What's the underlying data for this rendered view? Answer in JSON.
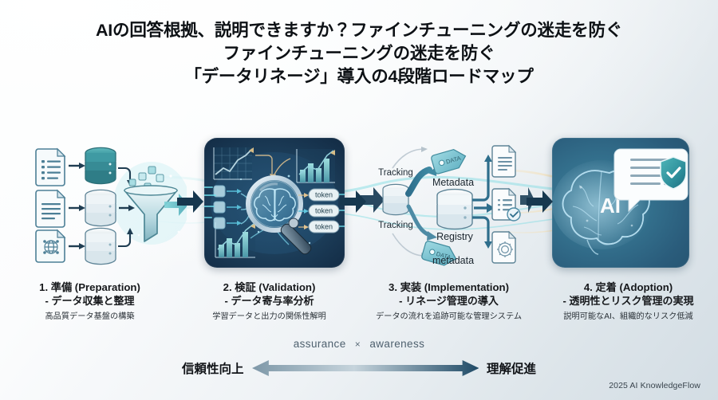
{
  "title": {
    "line1": "AIの回答根拠、説明できますか？ファインチューニングの迷走を防ぐ",
    "line2": "ファインチューニングの迷走を防ぐ",
    "line3": "「データリネージ」導入の4段階ロードマップ"
  },
  "steps": [
    {
      "title": "1. 準備 (Preparation)",
      "subtitle": "- データ収集と整理",
      "note": "高品質データ基盤の構築"
    },
    {
      "title": "2. 検証 (Validation)",
      "subtitle": "- データ寄与率分析",
      "note": "学習データと出力の関係性解明"
    },
    {
      "title": "3. 実装 (Implementation)",
      "subtitle": "- リネージ管理の導入",
      "note": "データの流れを追跡可能な管理システム"
    },
    {
      "title": "4. 定着 (Adoption)",
      "subtitle": "- 透明性とリスク管理の実現",
      "note": "説明可能なAI、組織的なリスク低減"
    }
  ],
  "panels": {
    "panel2_tokens": [
      "token",
      "token",
      "token"
    ],
    "panel3_labels": {
      "tracking_top": "Tracking",
      "tracking_bottom": "Tracking",
      "metadata_top": "Metadata",
      "registry": "Registry",
      "metadata_bottom": "metadata",
      "tag_text": "DATA"
    },
    "panel4_label": "AI"
  },
  "axis": {
    "tagline_left": "assurance",
    "tagline_x": "×",
    "tagline_right": "awareness",
    "left_label": "信頼性向上",
    "right_label": "理解促進"
  },
  "footer": {
    "credit": "2025 AI KnowledgeFlow"
  },
  "colors": {
    "title_text": "#0d1115",
    "panel2_bg": "#1d3f5b",
    "panel4_bg": "#336f8c",
    "accent_teal": "#3f8aa3",
    "arrow_dark": "#1c3f58",
    "tagline": "#4e606e"
  }
}
